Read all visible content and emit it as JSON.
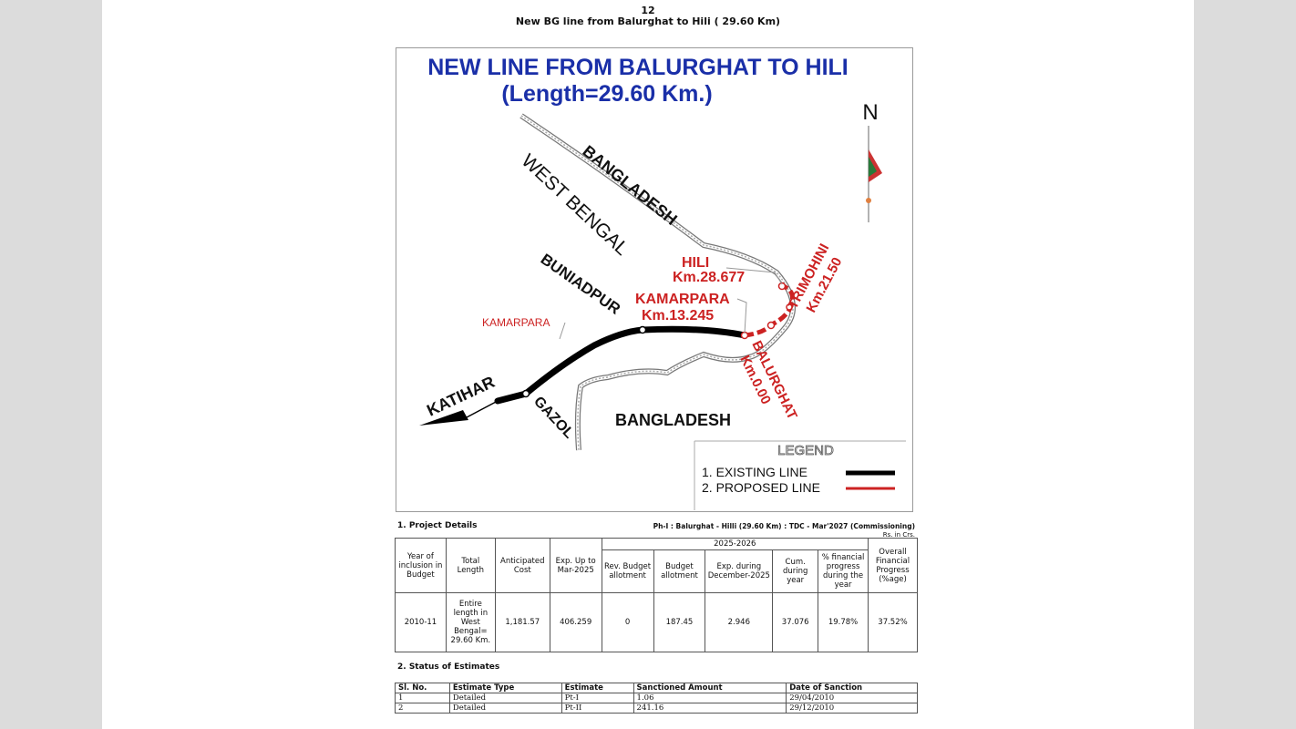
{
  "page": {
    "number": "12",
    "title": "New BG line from Balurghat to Hili ( 29.60 Km)"
  },
  "map": {
    "title_line1": "NEW LINE FROM BALURGHAT TO HILI",
    "title_line2": "(Length=29.60 Km.)",
    "north": "N",
    "regions": {
      "bangladesh_north": "BANGLADESH",
      "west_bengal": "WEST BENGAL",
      "bangladesh_south": "BANGLADESH"
    },
    "stations": {
      "katihar": "KATIHAR",
      "gazol": "GAZOL",
      "buniadpur": "BUNIADPUR",
      "kamarpara_small": "KAMARPARA",
      "kamarpara_name": "KAMARPARA",
      "kamarpara_km": "Km.13.245",
      "hili_name": "HILI",
      "hili_km": "Km.28.677",
      "trimohini_name": "TRIMOHINI",
      "trimohini_km": "Km.21.50",
      "balurghat_name": "BALURGHAT",
      "balurghat_km": "Km.0.00"
    },
    "legend": {
      "title": "LEGEND",
      "existing": "1. EXISTING LINE",
      "proposed": "2. PROPOSED LINE"
    },
    "colors": {
      "title": "#1a2fa8",
      "proposed": "#cc2222",
      "existing": "#000000",
      "border": "#9a9a9a"
    }
  },
  "section1": {
    "title": "1. Project Details",
    "phase_info": "Ph-I : Balurghat - Hilli (29.60 Km) : TDC - Mar'2027 (Commissioning)",
    "units": "Rs. in Crs.",
    "headers": {
      "year": "Year of inclusion in Budget",
      "length": "Total Length",
      "cost": "Anticipated Cost",
      "exp_upto": "Exp. Up to Mar-2025",
      "fy": "2025-2026",
      "rev_budget": "Rev. Budget allotment",
      "budget": "Budget allotment",
      "exp_during": "Exp. during December-2025",
      "cum": "Cum. during year",
      "pct_fin": "% financial progress during the year",
      "overall": "Overall Financial Progress (%age)"
    },
    "row": {
      "year": "2010-11",
      "length": "Entire length in West Bengal= 29.60 Km.",
      "cost": "1,181.57",
      "exp_upto": "406.259",
      "rev_budget": "0",
      "budget": "187.45",
      "exp_during": "2.946",
      "cum": "37.076",
      "pct_fin": "19.78%",
      "overall": "37.52%"
    }
  },
  "section2": {
    "title": "2. Status of Estimates",
    "headers": [
      "Sl. No.",
      "Estimate Type",
      "Estimate",
      "Sanctioned Amount",
      "Date of Sanction"
    ],
    "rows": [
      [
        "1",
        "Detailed",
        "Pt-I",
        "1.06",
        "29/04/2010"
      ],
      [
        "2",
        "Detailed",
        "Pt-II",
        "241.16",
        "29/12/2010"
      ]
    ]
  }
}
